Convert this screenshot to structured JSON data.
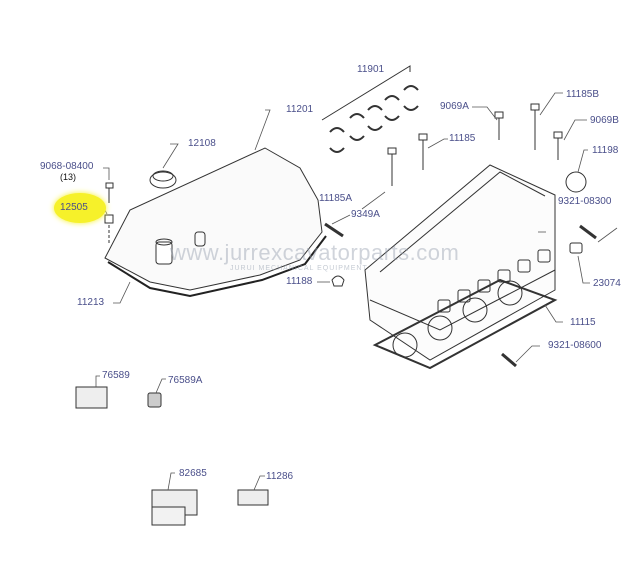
{
  "diagram": {
    "title": "Cylinder Head and Rocker Cover Parts Diagram",
    "watermark": "www.jurrexcavatorparts.com",
    "watermark_sub": "JURUI MECHANICAL EQUIPMENT",
    "highlight_color": "#f6f12a",
    "label_color": "#4a4f8a",
    "parts": [
      {
        "id": "p9068",
        "label": "9068-08400",
        "qty": "(13)"
      },
      {
        "id": "p12505",
        "label": "12505",
        "highlighted": true
      },
      {
        "id": "p12108",
        "label": "12108"
      },
      {
        "id": "p11201",
        "label": "11201"
      },
      {
        "id": "p11213",
        "label": "11213"
      },
      {
        "id": "p11901",
        "label": "11901"
      },
      {
        "id": "p9069A",
        "label": "9069A"
      },
      {
        "id": "p11185B",
        "label": "11185B"
      },
      {
        "id": "p9069B",
        "label": "9069B"
      },
      {
        "id": "p11185",
        "label": "11185"
      },
      {
        "id": "p11198",
        "label": "11198"
      },
      {
        "id": "p11185A",
        "label": "11185A"
      },
      {
        "id": "p9349A",
        "label": "9349A"
      },
      {
        "id": "p9321_08300",
        "label": "9321-08300"
      },
      {
        "id": "p11188",
        "label": "11188"
      },
      {
        "id": "p23074",
        "label": "23074"
      },
      {
        "id": "p11115",
        "label": "11115"
      },
      {
        "id": "p9321_08600",
        "label": "9321-08600"
      },
      {
        "id": "p76589",
        "label": "76589"
      },
      {
        "id": "p76589A",
        "label": "76589A"
      },
      {
        "id": "p82685",
        "label": "82685"
      },
      {
        "id": "p11286",
        "label": "11286"
      }
    ]
  }
}
